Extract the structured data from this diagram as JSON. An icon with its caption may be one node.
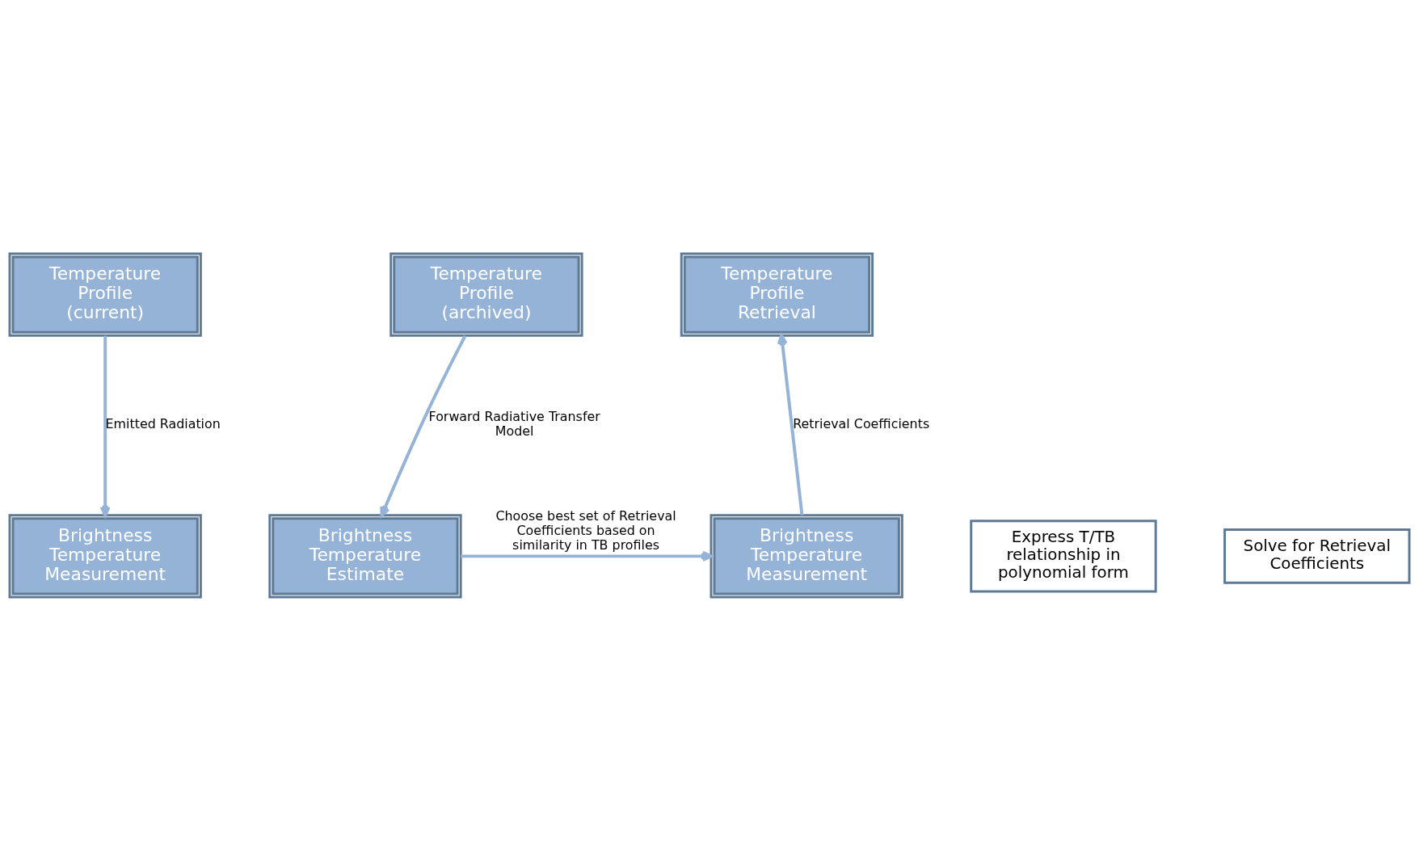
{
  "diagram": {
    "nodes": [
      {
        "text": [
          "Temperature Profile (current)"
        ]
      },
      {
        "text": [
          "Brightness Temperature Measurement"
        ]
      },
      {
        "text": [
          "Temperature Profile (archived)"
        ]
      },
      {
        "text": [
          "Brightness Temperature Estimate"
        ]
      },
      {
        "text": [
          "Temperature Profile Retrieval"
        ]
      },
      {
        "text": [
          "Brightness Temperature Measurement"
        ]
      }
    ],
    "edges": [
      {
        "from": 0,
        "to": 1,
        "arrow": "to",
        "label": "Emitted Radiation"
      },
      {
        "from": 2,
        "to": 3,
        "arrow": "to",
        "label": "Forward Radiative Transfer Model"
      },
      {
        "from": 3,
        "to": 5,
        "arrow": "to",
        "label": "Choose best set of Retrieval Coefficients based on similarity in TB profiles"
      },
      {
        "from": 5,
        "to": 4,
        "arrow": "to",
        "label": "Retrieval Coefficients"
      }
    ],
    "labels": [
      "Express T/TB relationship in polynomial form",
      "Solve for Retrieval Coefficients"
    ]
  }
}
